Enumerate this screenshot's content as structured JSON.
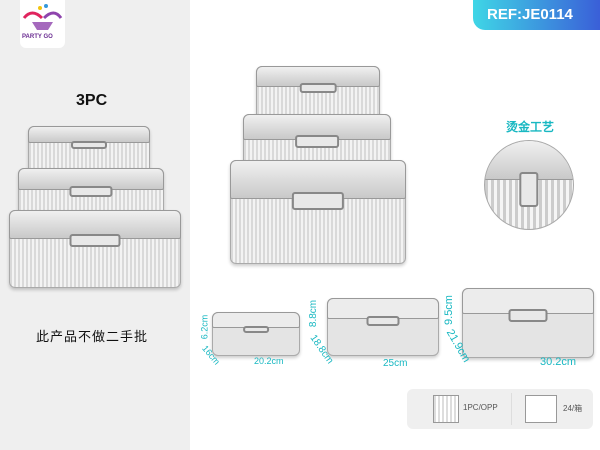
{
  "brand": {
    "logo_text": "PARTY GO"
  },
  "ref": "REF:JE0114",
  "set_label": "3PC",
  "notice": "此产品不做二手批",
  "feature_label": "烫金工艺",
  "dimensions": [
    {
      "height": "6.2cm",
      "depth": "16cm",
      "width": "20.2cm"
    },
    {
      "height": "8.8cm",
      "depth": "18.8cm",
      "width": "25cm"
    },
    {
      "height": "9.5cm",
      "depth": "21.9cm",
      "width": "30.2cm"
    }
  ],
  "packaging": [
    {
      "icon": "opp-bag-icon",
      "label": "1PC/OPP"
    },
    {
      "icon": "carton-box-icon",
      "label": "24/箱"
    }
  ]
}
